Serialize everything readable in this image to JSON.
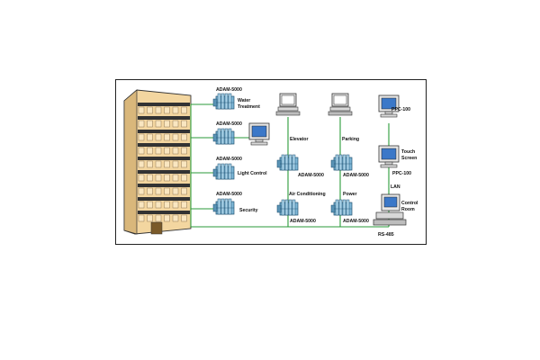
{
  "diagram": {
    "labels": {
      "adam_water": "ADAM-5000",
      "water_treatment_1": "Water",
      "water_treatment_2": "Treatment",
      "adam_monitor": "ADAM-5000",
      "adam_light": "ADAM-5000",
      "light_control": "Light Control",
      "adam_security": "ADAM-5000",
      "security": "Security",
      "elevator": "Elevator",
      "adam_elevator": "ADAM-5000",
      "air_conditioning": "Air Conditioning",
      "adam_aircon": "ADAM-5000",
      "parking": "Parking",
      "adam_parking": "ADAM-5000",
      "power": "Power",
      "adam_power": "ADAM-5000",
      "ppc_top": "PPC-100",
      "touch_screen_1": "Touch",
      "touch_screen_2": "Screen",
      "ppc_touch": "PPC-100",
      "lan": "LAN",
      "control_room_1": "Control",
      "control_room_2": "Room",
      "rs485": "RS-485"
    },
    "colors": {
      "network_line": "#2a9a3a",
      "building": "#f3d6a0",
      "module_body": "#7fb8d8",
      "monitor_screen": "#3b78c8"
    }
  }
}
